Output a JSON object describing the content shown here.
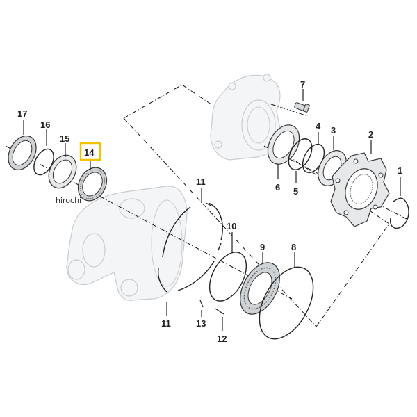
{
  "callouts": {
    "c1": "1",
    "c2": "2",
    "c3": "3",
    "c4": "4",
    "c5": "5",
    "c6": "6",
    "c7": "7",
    "c8": "8",
    "c9": "9",
    "c10": "10",
    "c11_top": "11",
    "c11_bottom": "11",
    "c12": "12",
    "c13": "13",
    "c14": "14",
    "c15": "15",
    "c16": "16",
    "c17": "17"
  },
  "highlighted_callout": "14",
  "watermark": "hirochi",
  "colors": {
    "highlight": "#f2c200",
    "ink": "#222222",
    "ghost": "#c8ccd0"
  }
}
